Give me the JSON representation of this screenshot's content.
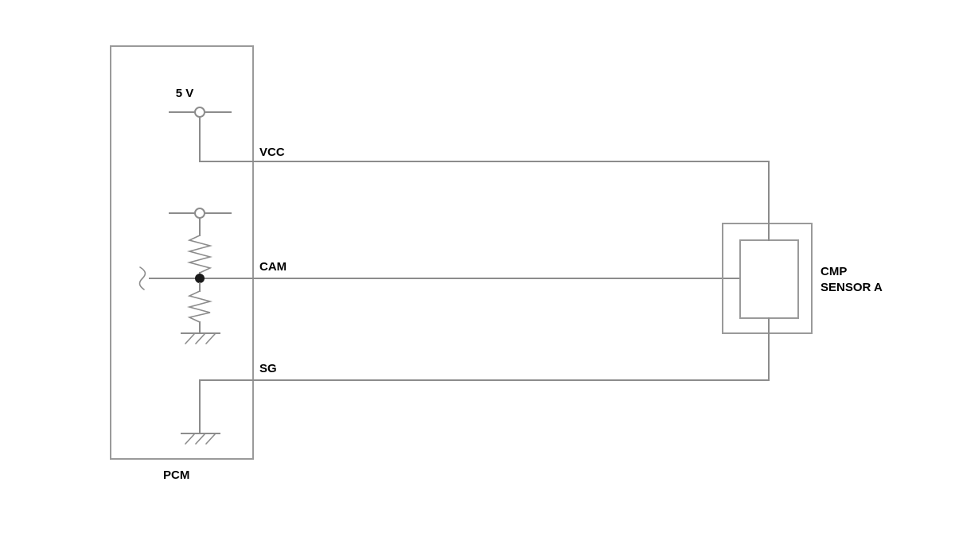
{
  "diagram": {
    "title": "CMP Sensor A Circuit Diagram",
    "type": "automotive-wiring-schematic",
    "colors": {
      "wire": "#8c8c8c",
      "box_outline": "#9a9a9a",
      "text": "#000000",
      "junction_dot": "#1a1a1a",
      "background": "#ffffff"
    },
    "modules": {
      "pcm": {
        "label": "PCM",
        "description": "Powertrain Control Module enclosure"
      },
      "sensor": {
        "label_line1": "CMP",
        "label_line2": "SENSOR A",
        "description": "Camshaft Position Sensor A, drawn as nested rectangles"
      }
    },
    "supply": {
      "label": "5 V",
      "description": "Five volt reference supply node inside PCM"
    },
    "wires": [
      {
        "id": "vcc",
        "label": "VCC",
        "from": "PCM 5V supply node",
        "to": "CMP Sensor A top terminal"
      },
      {
        "id": "cam",
        "label": "CAM",
        "from": "PCM pull-up / pull-down divider junction",
        "to": "CMP Sensor A left terminal"
      },
      {
        "id": "sg",
        "label": "SG",
        "from": "PCM signal ground",
        "to": "CMP Sensor A bottom terminal"
      }
    ],
    "components": [
      {
        "id": "pullup-resistor",
        "type": "resistor",
        "note": "upper resistor between 5 V node and CAM junction"
      },
      {
        "id": "pulldown-resistor",
        "type": "resistor",
        "note": "lower resistor between CAM junction and chassis ground"
      },
      {
        "id": "internal-ground",
        "type": "ground",
        "note": "ground for pull-down resistor"
      },
      {
        "id": "signal-ground",
        "type": "ground",
        "note": "ground for SG circuit"
      },
      {
        "id": "cam-junction",
        "type": "junction-dot",
        "note": "CAM signal tap point"
      },
      {
        "id": "break-symbol",
        "type": "wire-break",
        "note": "squiggle break at left end of CAM trace"
      }
    ]
  }
}
